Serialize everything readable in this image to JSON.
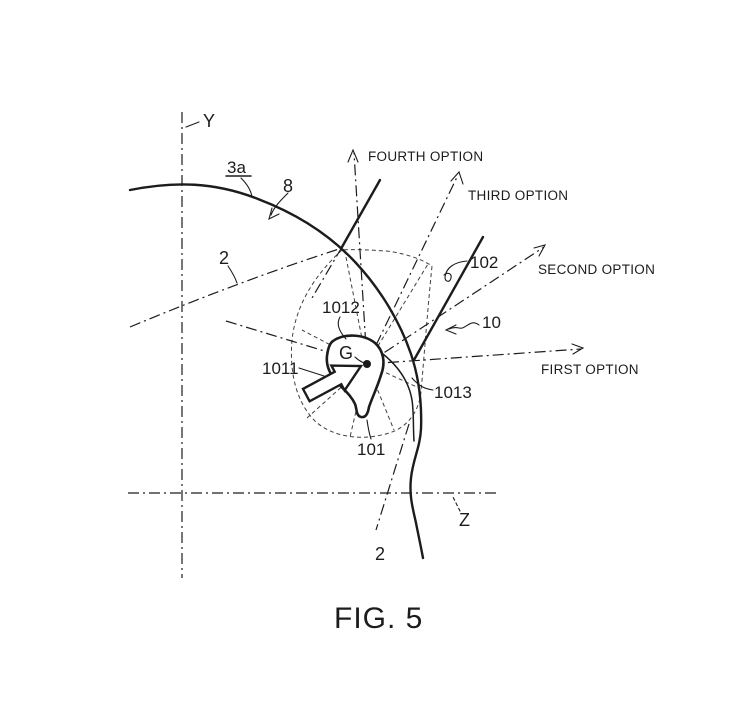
{
  "figure": {
    "caption": "FIG. 5"
  },
  "labels": {
    "y_axis": "Y",
    "z_axis": "Z",
    "ref_3a": "3a",
    "ref_8": "8",
    "ref_2_upper": "2",
    "ref_2_lower": "2",
    "ref_10": "10",
    "ref_102": "102",
    "ref_101": "101",
    "ref_1011": "1011",
    "ref_1012": "1012",
    "ref_1013": "1013",
    "ref_g": "G",
    "option_first": "FIRST OPTION",
    "option_second": "SECOND OPTION",
    "option_third": "THIRD OPTION",
    "option_fourth": "FOURTH OPTION"
  },
  "colors": {
    "line": "#1c1c1c",
    "background": "#ffffff"
  }
}
